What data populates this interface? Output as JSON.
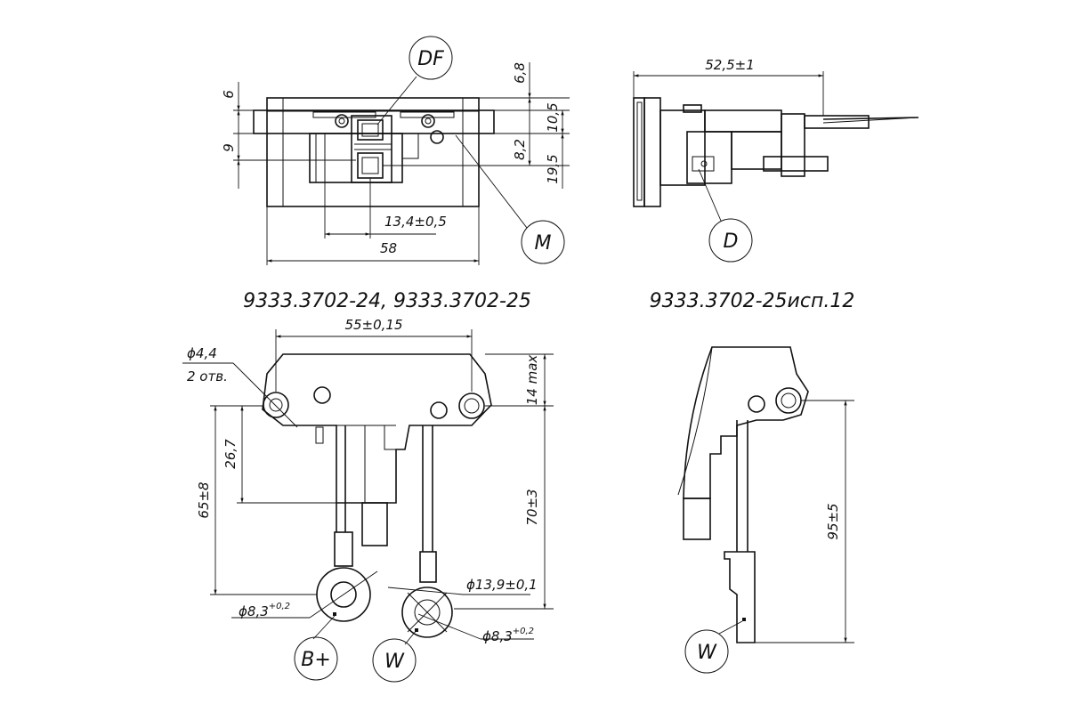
{
  "captions": {
    "left": "9333.3702-24, 9333.3702-25",
    "right": "9333.3702-25исп.12"
  },
  "callouts": {
    "df": "DF",
    "m": "M",
    "d": "D",
    "bplus": "B+",
    "w1": "W",
    "w2": "W"
  },
  "dims": {
    "d6": "6",
    "d9": "9",
    "d6_8": "6,8",
    "d10_5": "10,5",
    "d8_2": "8,2",
    "d19_5": "19,5",
    "d13_4": "13,4±0,5",
    "d58": "58",
    "d52_5": "52,5±1",
    "d55": "55±0,15",
    "d14max": "14 max",
    "hole": "ϕ4,4",
    "hole_count": "2 отв.",
    "d26_7": "26,7",
    "d65": "65±8",
    "d70": "70±3",
    "d13_9": "ϕ13,9±0,1",
    "d8_3a": "ϕ8,3",
    "d8_3b": "ϕ8,3",
    "tol": "+0,2",
    "d95": "95±5"
  }
}
